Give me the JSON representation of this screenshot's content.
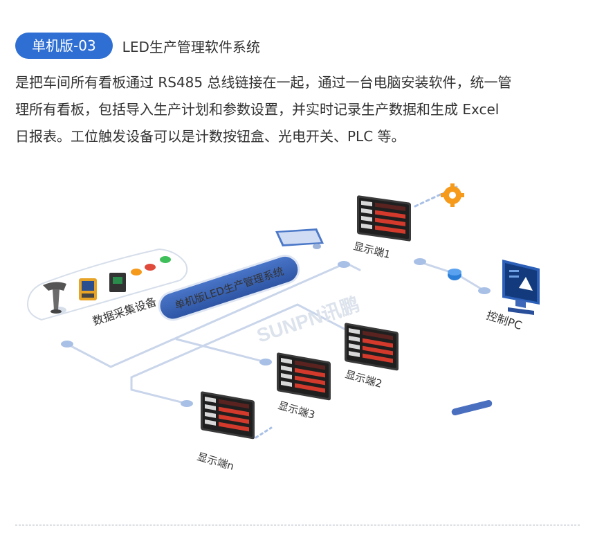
{
  "header": {
    "badge": "单机版-03",
    "title": "LED生产管理软件系统"
  },
  "description": {
    "lines": [
      "是把车间所有看板通过 RS485 总线链接在一起，通过一台电脑安装软件，统一管",
      "理所有看板，包括导入生产计划和参数设置，并实时记录生产数据和生成 Excel",
      "日报表。工位触发设备可以是计数按钮盒、光电开关、PLC 等。"
    ]
  },
  "diagram": {
    "system_label": "单机版LED生产管理系统",
    "device_group_label": "数据采集设备",
    "control_pc_label": "控制PC",
    "watermark": "SUNPN讯鹏",
    "displays": [
      {
        "label": "显示端1"
      },
      {
        "label": "显示端2"
      },
      {
        "label": "显示端3"
      },
      {
        "label": "显示端n"
      }
    ],
    "colors": {
      "bus_line": "#c9d5ea",
      "node": "#a8bfe6",
      "system_bar": "#3b63b5",
      "badge": "#2f6fd4",
      "led_red": "#d33a2c",
      "accent_orange": "#f59a1b",
      "router_blue": "#2c7fd8"
    }
  }
}
